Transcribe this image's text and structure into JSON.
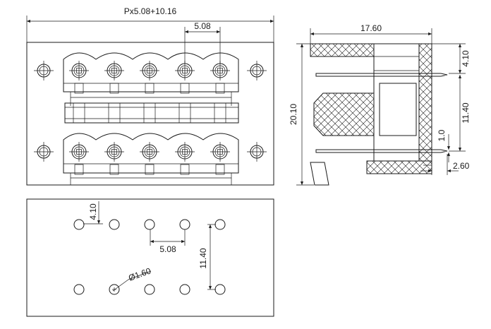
{
  "dimensions": {
    "pitch_formula": "Px5.08+10.16",
    "pitch_top": "5.08",
    "depth": "17.60",
    "height": "20.10",
    "pin_offset_top": "4.10",
    "row_spacing": "11.40",
    "pin_thickness": "1.0",
    "pin_protrusion": "2.60",
    "pcb_offset": "4.10",
    "pcb_pitch": "5.08",
    "pcb_hole_diameter": "Ø1.60",
    "pcb_row_spacing": "11.40"
  },
  "pole_count": 5,
  "colors": {
    "line": "#1a1a1a",
    "background": "#ffffff"
  }
}
